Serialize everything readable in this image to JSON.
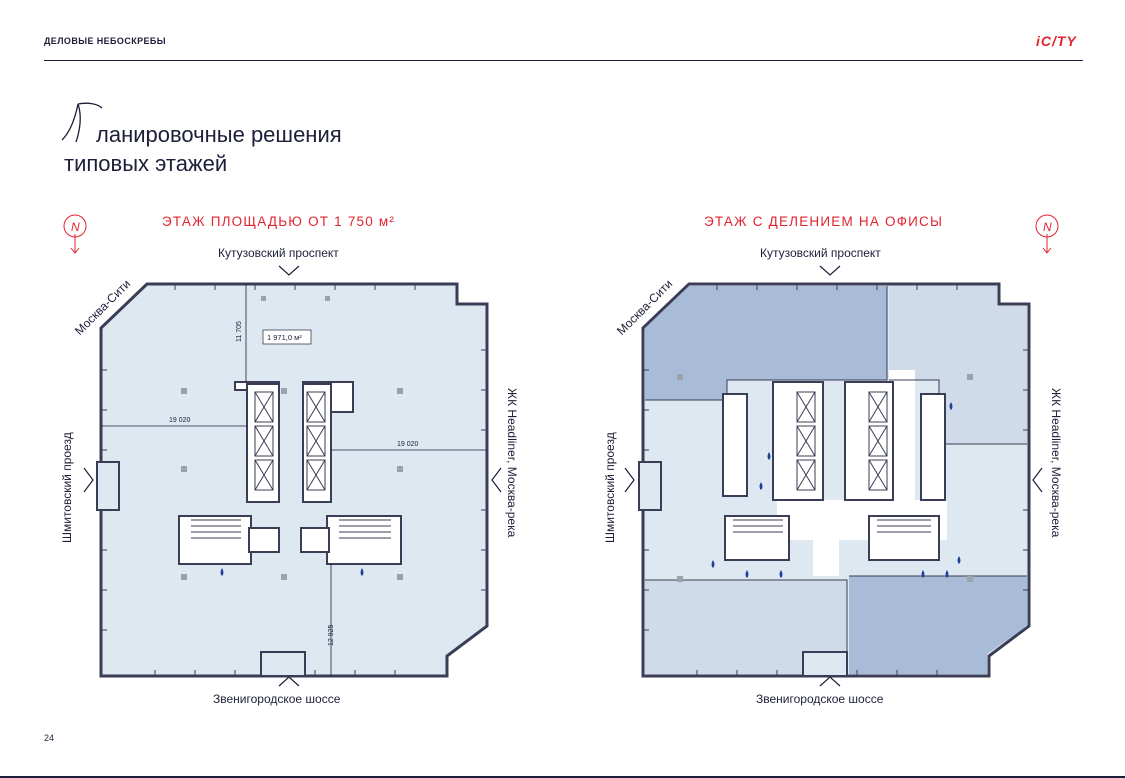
{
  "header": {
    "section": "ДЕЛОВЫЕ НЕБОСКРЕБЫ",
    "logo": "iC/TY"
  },
  "title": {
    "initial": "П",
    "line1": "ланировочные решения",
    "line2": "типовых этажей"
  },
  "left_plan": {
    "heading": "ЭТАЖ ПЛОЩАДЬЮ ОТ 1 750 м²",
    "area_label": "1 971,0 м²",
    "dim_top": "11 705",
    "dim_left": "19 020",
    "dim_right": "19 020",
    "dim_bottom": "12 925"
  },
  "right_plan": {
    "heading": "ЭТАЖ С ДЕЛЕНИЕМ НА ОФИСЫ"
  },
  "streets": {
    "top": "Кутузовский проспект",
    "bottom": "Звенигородское шоссе",
    "left": "Шмитовский проезд",
    "right": "ЖК Headliner, Москва-река",
    "corner": "Москва-Сити"
  },
  "compass": {
    "letter": "N"
  },
  "footer": {
    "page": "24"
  },
  "colors": {
    "accent": "#e3232f",
    "navy": "#1d1f3a",
    "floor": "#dde8f1",
    "zone_dark": "#a9bcd7",
    "zone_light": "#cfdbe8"
  }
}
